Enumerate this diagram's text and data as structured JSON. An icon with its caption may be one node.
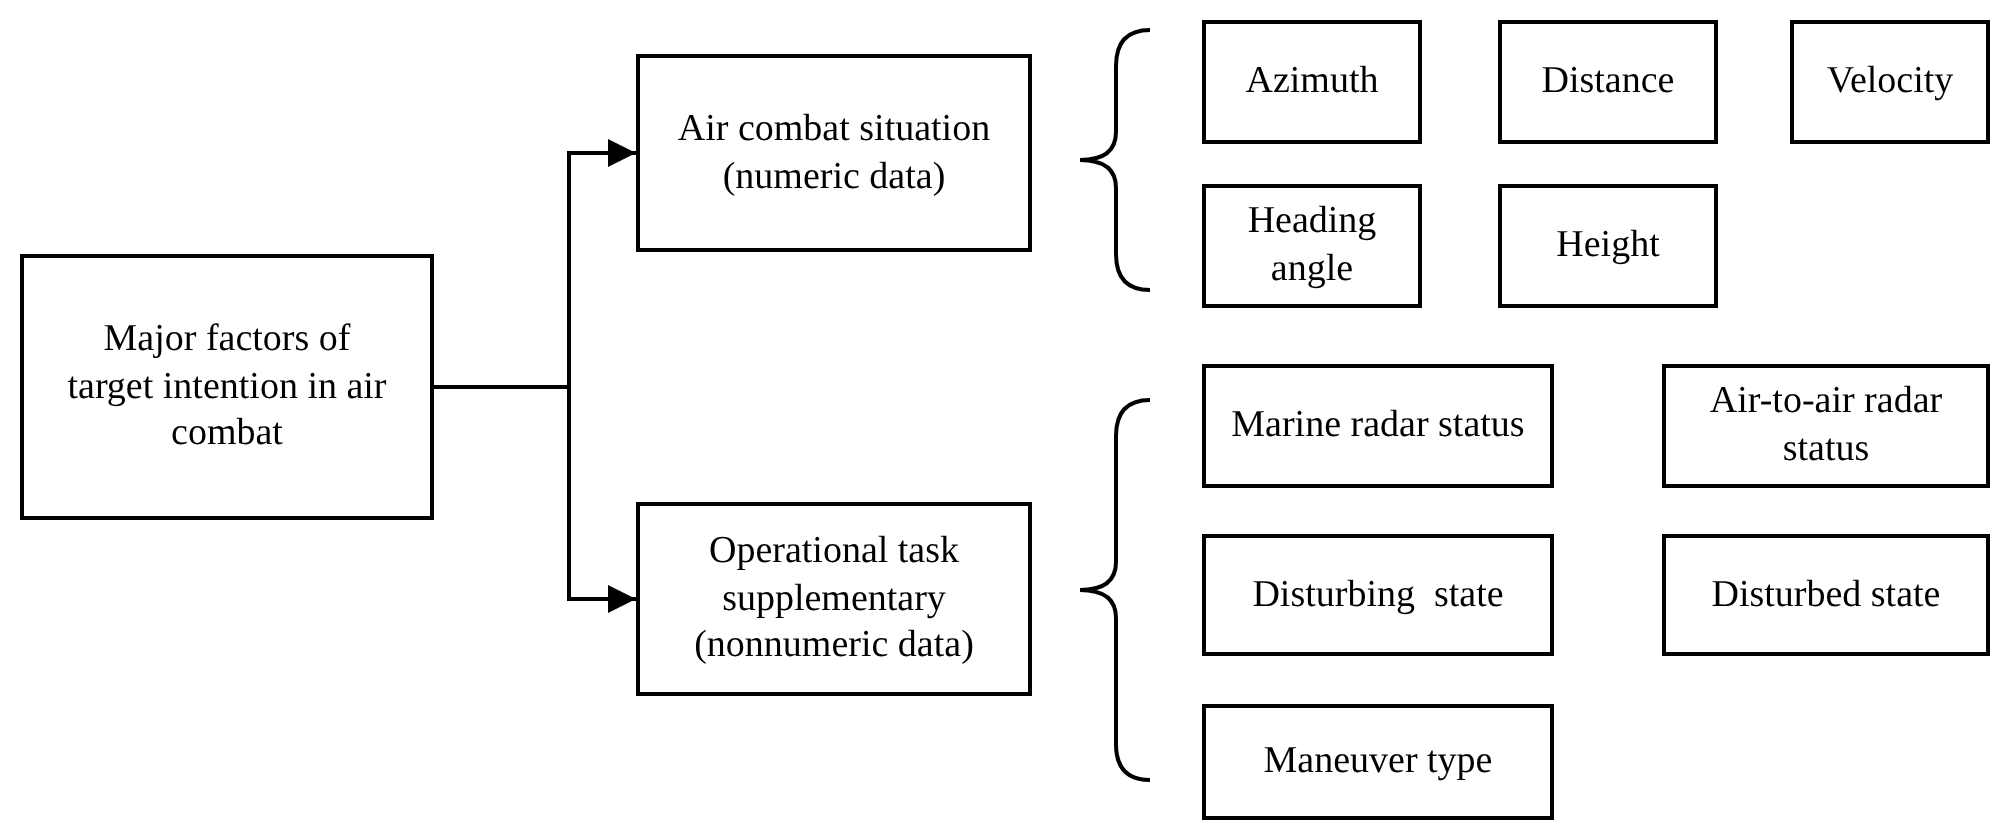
{
  "diagram": {
    "nodes": [
      {
        "text": [
          "Major factors of target intention in air combat"
        ]
      },
      {
        "text": [
          "Air combat situation (numeric data)"
        ]
      },
      {
        "text": [
          "Operational task supplementary (nonnumeric data)"
        ]
      },
      {
        "text": [
          "Azimuth"
        ]
      },
      {
        "text": [
          "Distance"
        ]
      },
      {
        "text": [
          "Velocity"
        ]
      },
      {
        "text": [
          "Heading angle"
        ]
      },
      {
        "text": [
          "Height"
        ]
      },
      {
        "text": [
          "Marine radar status"
        ]
      },
      {
        "text": [
          "Air-to-air radar status"
        ]
      },
      {
        "text": [
          "Disturbing  state"
        ]
      },
      {
        "text": [
          "Disturbed state"
        ]
      },
      {
        "text": [
          "Maneuver type"
        ]
      }
    ],
    "edges": [
      {
        "from": 0,
        "to": 1,
        "arrow": "to"
      },
      {
        "from": 0,
        "to": 2,
        "arrow": "to"
      }
    ]
  }
}
